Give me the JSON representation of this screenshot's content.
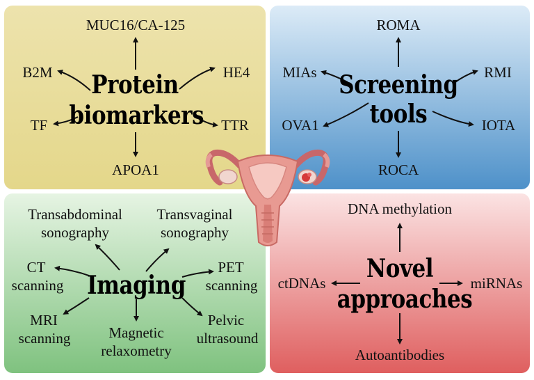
{
  "panels": {
    "protein": {
      "title_line1": "Protein",
      "title_line2": "biomarkers",
      "items": [
        "MUC16/CA-125",
        "B2M",
        "HE4",
        "TF",
        "TTR",
        "APOA1"
      ],
      "color": "#e6d98e"
    },
    "screening": {
      "title_line1": "Screening",
      "title_line2": "tools",
      "items": [
        "ROMA",
        "MIAs",
        "RMI",
        "OVA1",
        "IOTA",
        "ROCA"
      ],
      "color": "#5a9bd0"
    },
    "imaging": {
      "title": "Imaging",
      "items": [
        {
          "line1": "Transabdominal",
          "line2": "sonography"
        },
        {
          "line1": "Transvaginal",
          "line2": "sonography"
        },
        {
          "line1": "CT",
          "line2": "scanning"
        },
        {
          "line1": "PET",
          "line2": "scanning"
        },
        {
          "line1": "MRI",
          "line2": "scanning"
        },
        {
          "line1": "Magnetic",
          "line2": "relaxometry"
        },
        {
          "line1": "Pelvic",
          "line2": "ultrasound"
        }
      ],
      "color": "#86c685"
    },
    "novel": {
      "title_line1": "Novel",
      "title_line2": "approaches",
      "items": [
        "DNA methylation",
        "ctDNAs",
        "miRNAs",
        "Autoantibodies"
      ],
      "color": "#e06666"
    }
  },
  "center_icon": "uterus-icon"
}
